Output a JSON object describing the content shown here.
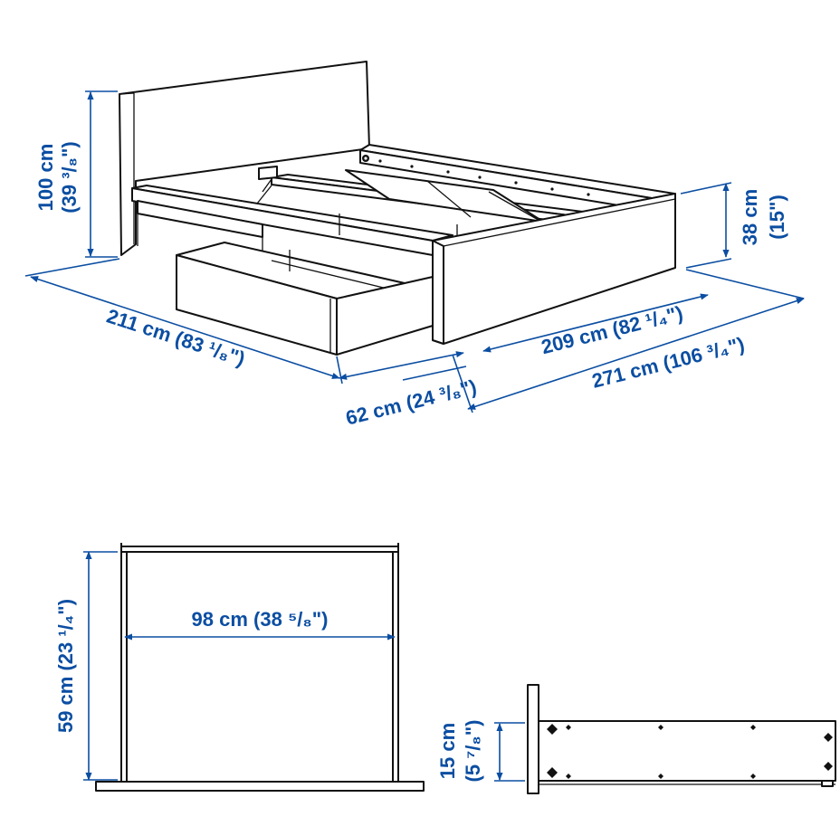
{
  "bed_diagram": {
    "headboard_height": {
      "cm": "100 cm",
      "in": "(39 ³/₈\")"
    },
    "bed_side_height": {
      "cm": "38 cm",
      "in": "(15\")"
    },
    "bed_width": "211 cm (83 ¹/₈\")",
    "drawer_extension": "62 cm (24 ³/₈\")",
    "bed_length": "209 cm (82 ¹/₄\")",
    "total_length": "271 cm (106 ³/₄\")"
  },
  "drawer_top_view": {
    "width": "98 cm (38 ⁵/₈\")",
    "depth": "59 cm (23 ¹/₄\")"
  },
  "drawer_side_view": {
    "height": {
      "cm": "15 cm",
      "in": "(5 ⁷/₈\")"
    }
  },
  "colors": {
    "dimension": "#0b4ea2",
    "outline": "#111111",
    "background": "#ffffff"
  }
}
